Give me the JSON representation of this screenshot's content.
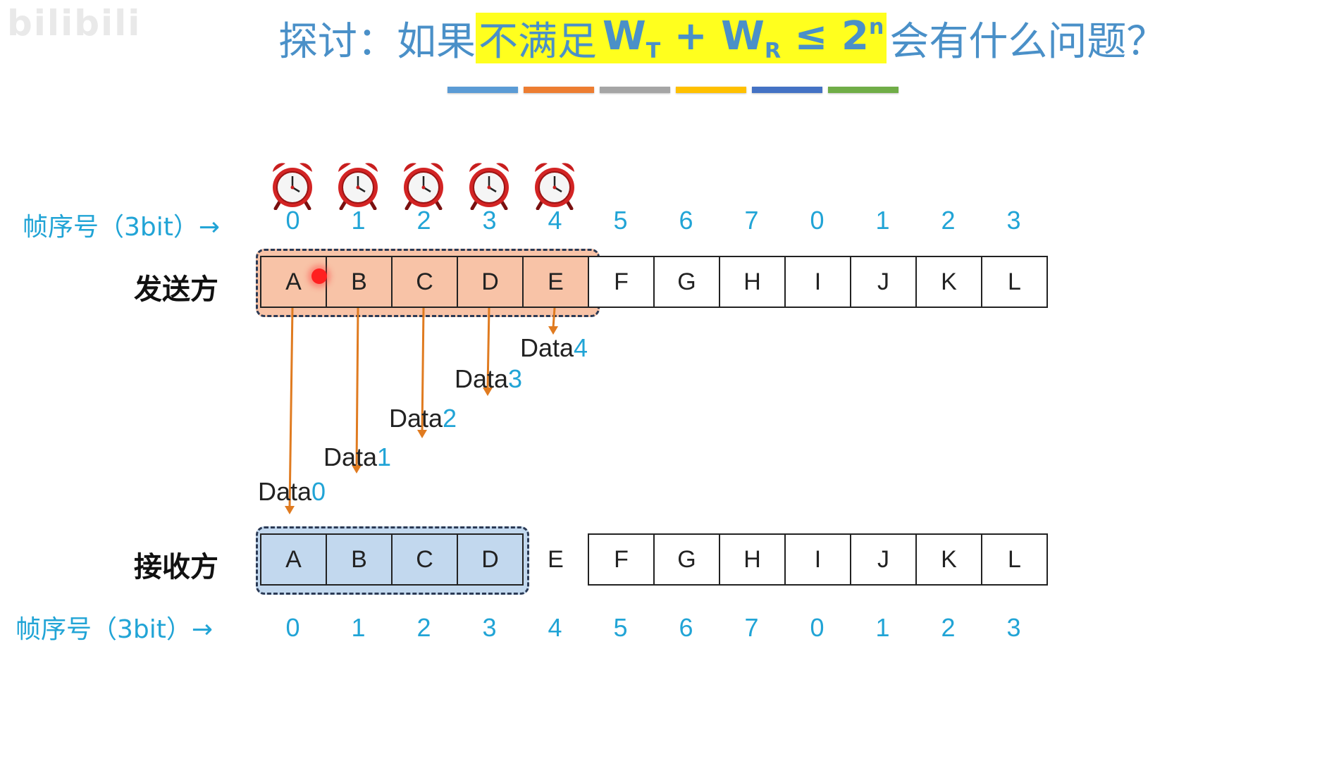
{
  "watermark": "bilibili",
  "title": {
    "prefix": "探讨：如果",
    "highlight": "不满足",
    "formula_w1": "W",
    "formula_sub1": "T",
    "formula_plus": " + ",
    "formula_w2": "W",
    "formula_sub2": "R",
    "formula_le": " ≤ 2",
    "formula_sup": "n",
    "suffix": "会有什么问题？"
  },
  "color_stripes": [
    "#5b9bd5",
    "#ed7d31",
    "#a5a5a5",
    "#ffc000",
    "#4472c4",
    "#70ad47"
  ],
  "sender": {
    "label": "发送方",
    "seq_label": "帧序号（3bit）→",
    "frames": [
      "A",
      "B",
      "C",
      "D",
      "E",
      "F",
      "G",
      "H",
      "I",
      "J",
      "K",
      "L"
    ],
    "seq_numbers": [
      "0",
      "1",
      "2",
      "3",
      "4",
      "5",
      "6",
      "7",
      "0",
      "1",
      "2",
      "3"
    ],
    "window_size": 5,
    "timers": 5,
    "window_color": "#f8c3a7"
  },
  "receiver": {
    "label": "接收方",
    "seq_label": "帧序号（3bit）→",
    "frames": [
      "A",
      "B",
      "C",
      "D",
      "E",
      "F",
      "G",
      "H",
      "I",
      "J",
      "K",
      "L"
    ],
    "seq_numbers": [
      "0",
      "1",
      "2",
      "3",
      "4",
      "5",
      "6",
      "7",
      "0",
      "1",
      "2",
      "3"
    ],
    "window_size": 4,
    "window_color": "#c2d8ee"
  },
  "transmissions": [
    {
      "text": "Data",
      "num": "0"
    },
    {
      "text": "Data",
      "num": "1"
    },
    {
      "text": "Data",
      "num": "2"
    },
    {
      "text": "Data",
      "num": "3"
    },
    {
      "text": "Data",
      "num": "4"
    }
  ],
  "colors": {
    "arrow": "#e07b20",
    "accent": "#21a4d6",
    "title": "#4a90c8",
    "highlight": "#ffff1e"
  }
}
